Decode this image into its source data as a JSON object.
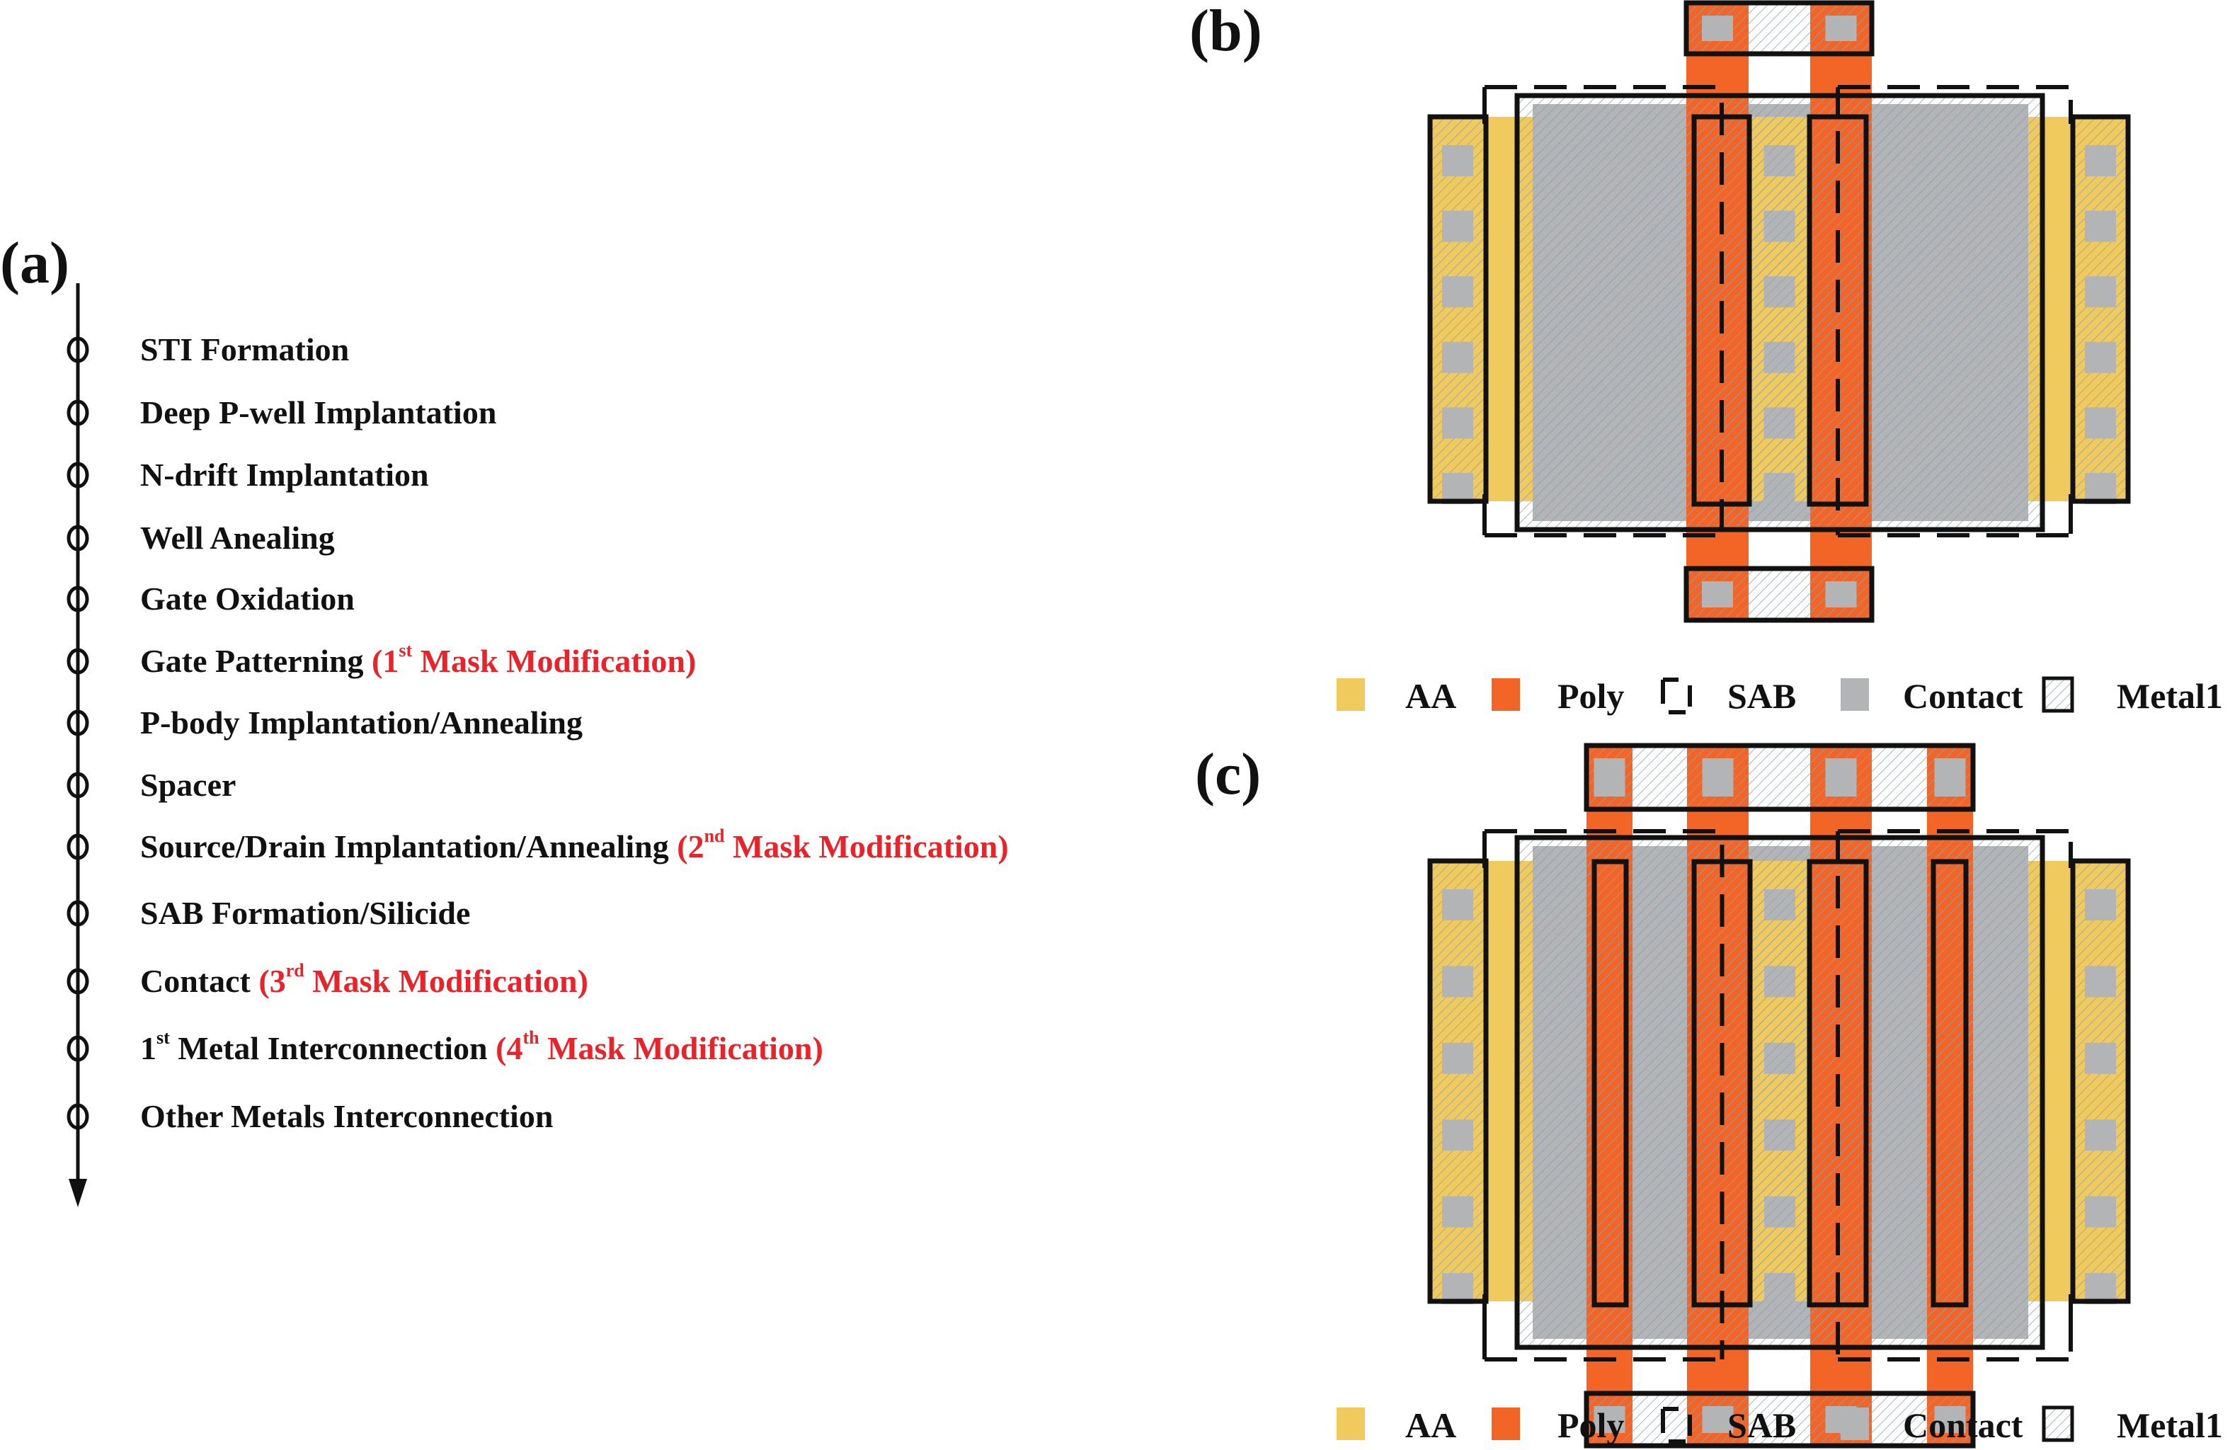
{
  "figure": {
    "panel_labels": {
      "a": "(a)",
      "b": "(b)",
      "c": "(c)"
    }
  },
  "colors": {
    "aa": "#f0ca5c",
    "poly": "#f26527",
    "contact": "#b3b4b6",
    "metal1_hatch": "#8fa3b0",
    "outline": "#111111",
    "mask_modification_text": "#e8232a"
  },
  "process_flow": {
    "steps": [
      {
        "text": "STI Formation",
        "ordinal": "",
        "ordinal_suffix": "",
        "note_prefix": "",
        "note_ordinal": "",
        "note_suffix": "",
        "note_rest": ""
      },
      {
        "text": "Deep P-well Implantation",
        "ordinal": "",
        "ordinal_suffix": "",
        "note_prefix": "",
        "note_ordinal": "",
        "note_suffix": "",
        "note_rest": ""
      },
      {
        "text": "N-drift Implantation",
        "ordinal": "",
        "ordinal_suffix": "",
        "note_prefix": "",
        "note_ordinal": "",
        "note_suffix": "",
        "note_rest": ""
      },
      {
        "text": "Well Anealing",
        "ordinal": "",
        "ordinal_suffix": "",
        "note_prefix": "",
        "note_ordinal": "",
        "note_suffix": "",
        "note_rest": ""
      },
      {
        "text": "Gate Oxidation",
        "ordinal": "",
        "ordinal_suffix": "",
        "note_prefix": "",
        "note_ordinal": "",
        "note_suffix": "",
        "note_rest": ""
      },
      {
        "text": "Gate Patterning ",
        "ordinal": "",
        "ordinal_suffix": "",
        "note_prefix": "(",
        "note_ordinal": "1",
        "note_suffix": "st",
        "note_rest": " Mask Modification)"
      },
      {
        "text": "P-body Implantation/Annealing",
        "ordinal": "",
        "ordinal_suffix": "",
        "note_prefix": "",
        "note_ordinal": "",
        "note_suffix": "",
        "note_rest": ""
      },
      {
        "text": "Spacer",
        "ordinal": "",
        "ordinal_suffix": "",
        "note_prefix": "",
        "note_ordinal": "",
        "note_suffix": "",
        "note_rest": ""
      },
      {
        "text": "Source/Drain Implantation/Annealing ",
        "ordinal": "",
        "ordinal_suffix": "",
        "note_prefix": "(",
        "note_ordinal": "2",
        "note_suffix": "nd",
        "note_rest": " Mask Modification)"
      },
      {
        "text": "SAB Formation/Silicide",
        "ordinal": "",
        "ordinal_suffix": "",
        "note_prefix": "",
        "note_ordinal": "",
        "note_suffix": "",
        "note_rest": ""
      },
      {
        "text": "Contact ",
        "ordinal": "",
        "ordinal_suffix": "",
        "note_prefix": "(",
        "note_ordinal": "3",
        "note_suffix": "rd",
        "note_rest": " Mask Modification)"
      },
      {
        "text": " Metal Interconnection ",
        "ordinal": "1",
        "ordinal_suffix": "st",
        "note_prefix": "(",
        "note_ordinal": "4",
        "note_suffix": "th",
        "note_rest": " Mask Modification)"
      },
      {
        "text": "Other Metals Interconnection",
        "ordinal": "",
        "ordinal_suffix": "",
        "note_prefix": "",
        "note_ordinal": "",
        "note_suffix": "",
        "note_rest": ""
      }
    ]
  },
  "layouts": {
    "b": {
      "gate_count": 2,
      "legend": [
        "AA",
        "Poly",
        "SAB",
        "Contact",
        "Metal1"
      ]
    },
    "c": {
      "gate_count": 4,
      "legend": [
        "AA",
        "Poly",
        "SAB",
        "Contact",
        "Metal1"
      ]
    }
  },
  "legend": {
    "items": [
      {
        "key": "aa",
        "label": "AA",
        "icon": "filled-square-icon"
      },
      {
        "key": "poly",
        "label": "Poly",
        "icon": "filled-square-icon"
      },
      {
        "key": "sab",
        "label": "SAB",
        "icon": "dashed-bracket-icon"
      },
      {
        "key": "contact",
        "label": "Contact",
        "icon": "filled-square-icon"
      },
      {
        "key": "metal1",
        "label": "Metal1",
        "icon": "hatched-outline-square-icon"
      }
    ]
  }
}
